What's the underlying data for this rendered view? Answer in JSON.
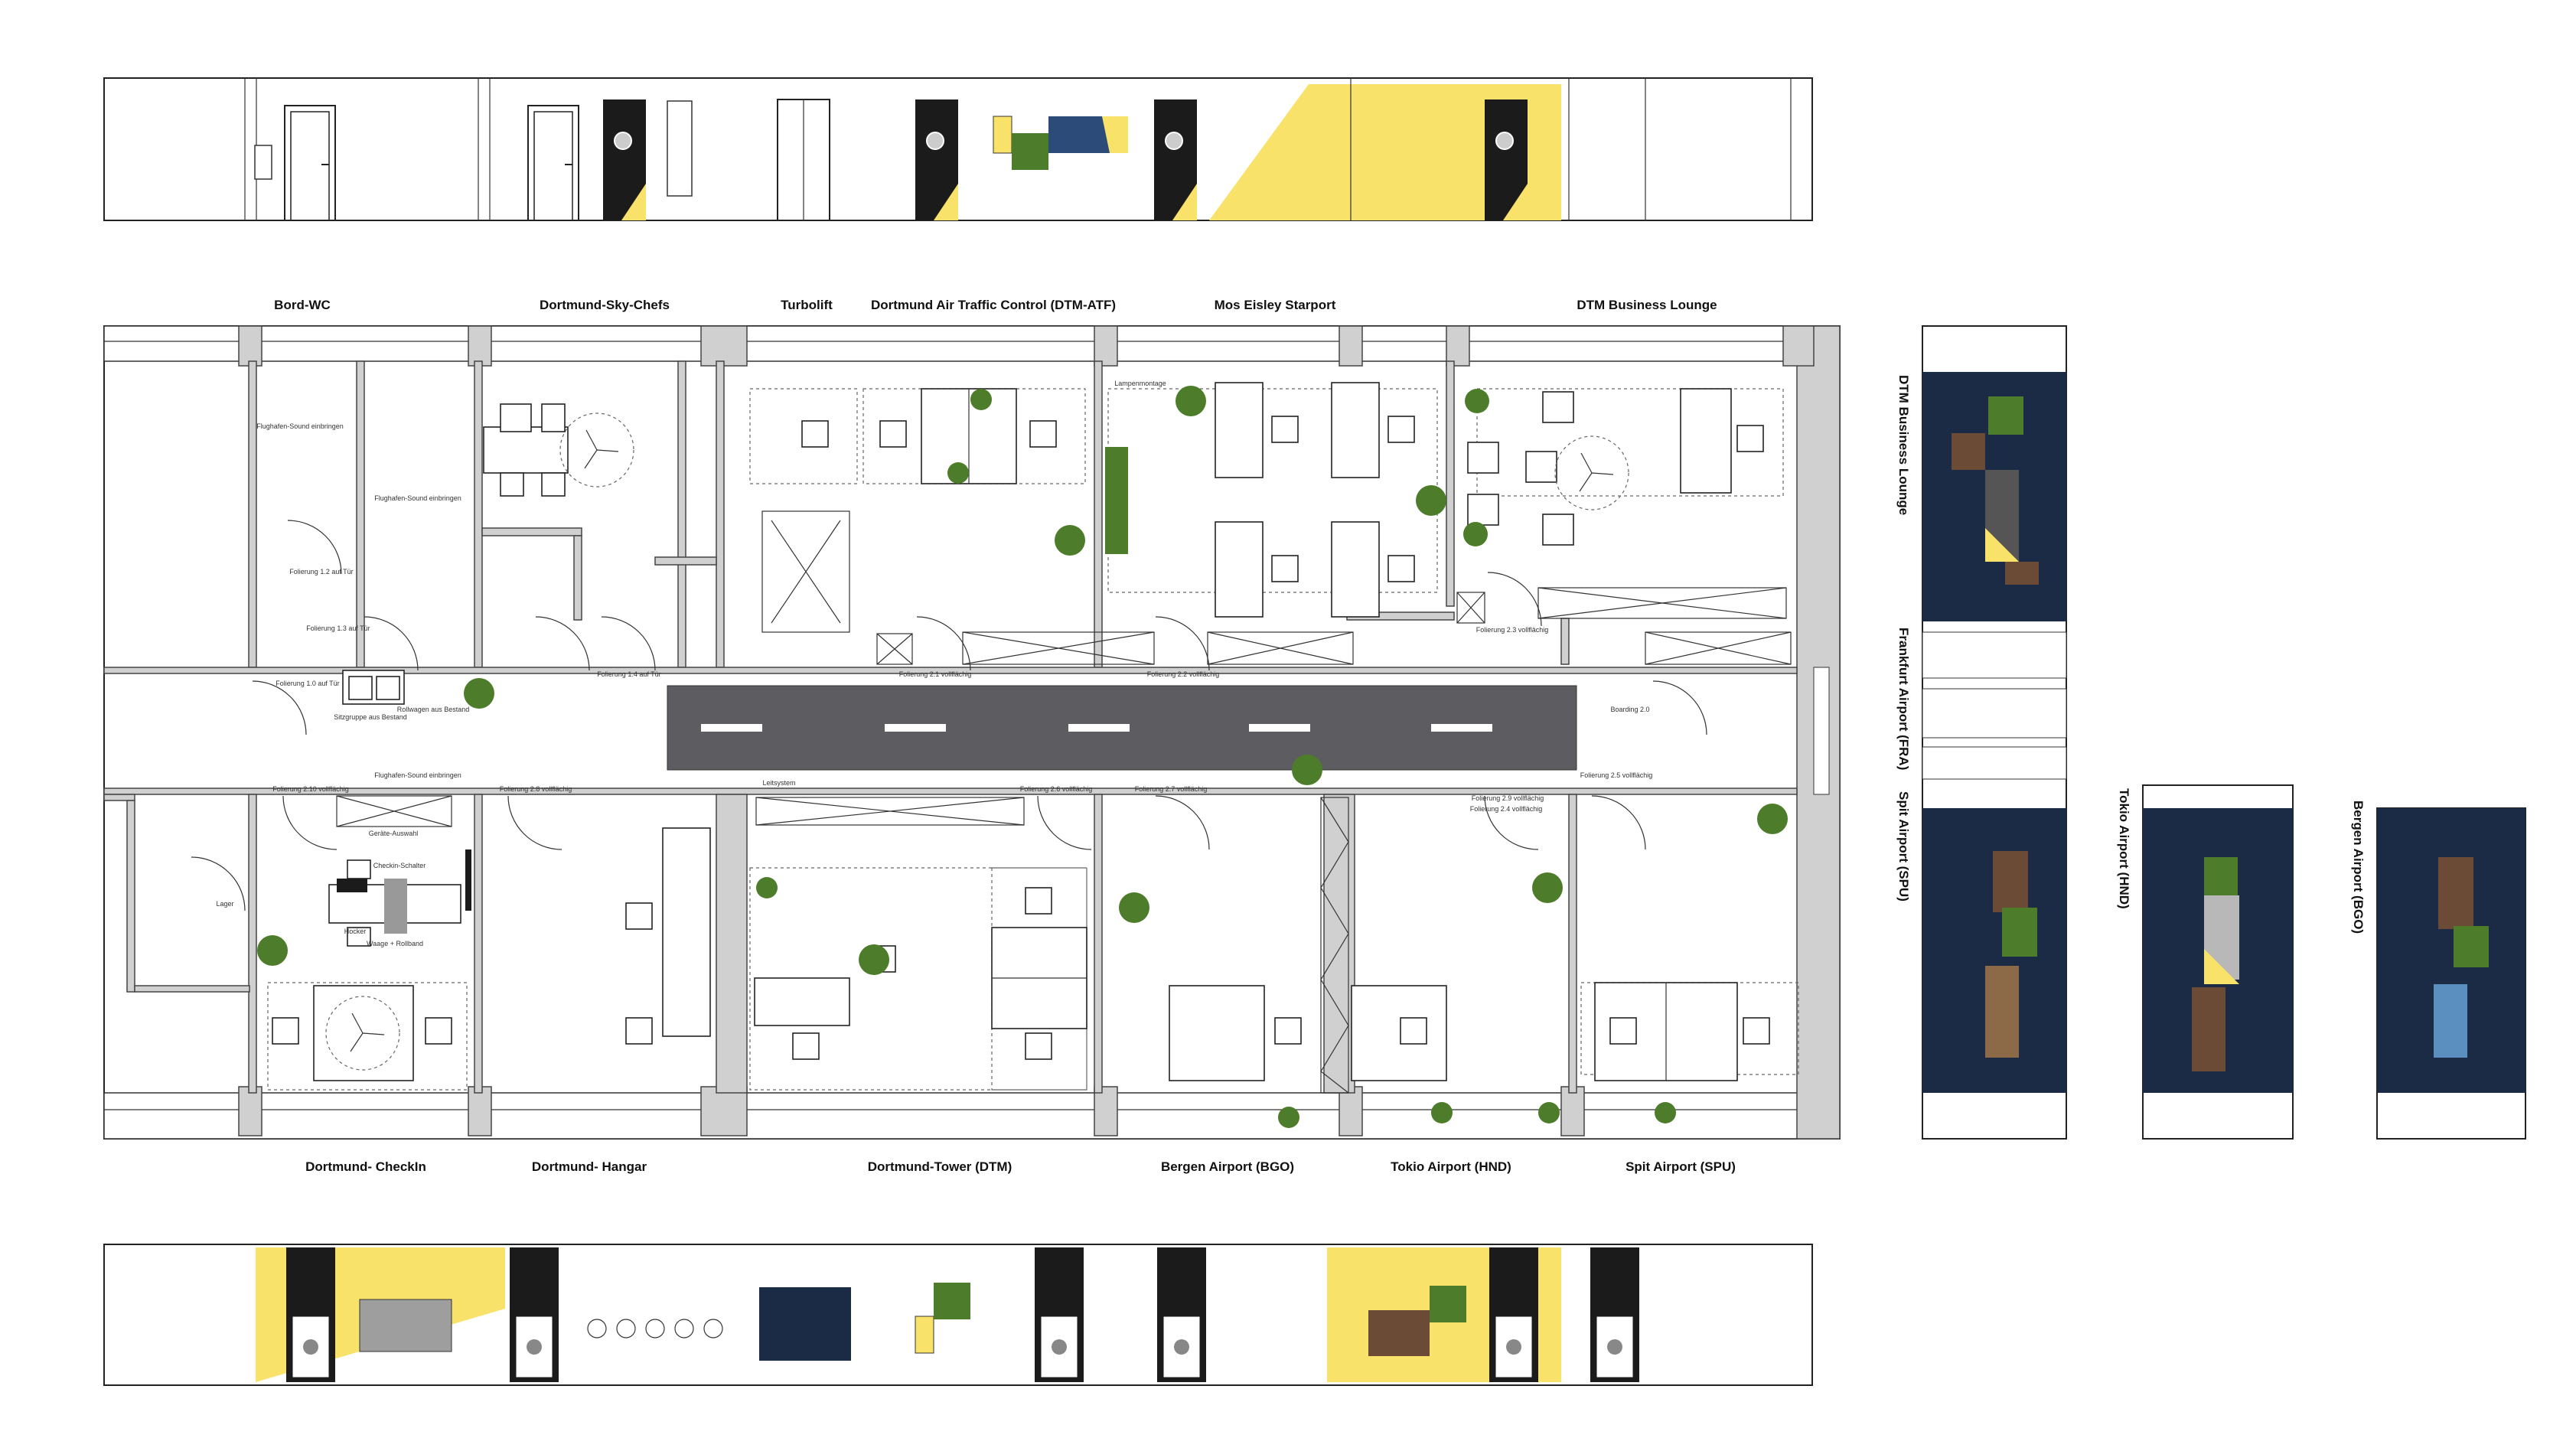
{
  "rooms_top": [
    {
      "key": "bord_wc",
      "label": "Bord-WC"
    },
    {
      "key": "sky_chefs",
      "label": "Dortmund-Sky-Chefs"
    },
    {
      "key": "turbolift",
      "label": "Turbolift"
    },
    {
      "key": "atc",
      "label": "Dortmund Air Traffic Control (DTM-ATF)"
    },
    {
      "key": "mos_eisley",
      "label": "Mos Eisley Starport"
    },
    {
      "key": "business_lounge",
      "label": "DTM Business Lounge"
    }
  ],
  "rooms_bottom": [
    {
      "key": "checkin",
      "label": "Dortmund- CheckIn"
    },
    {
      "key": "hangar",
      "label": "Dortmund- Hangar"
    },
    {
      "key": "tower",
      "label": "Dortmund-Tower (DTM)"
    },
    {
      "key": "bergen",
      "label": "Bergen Airport (BGO)"
    },
    {
      "key": "tokio",
      "label": "Tokio Airport (HND)"
    },
    {
      "key": "spit",
      "label": "Spit Airport (SPU)"
    }
  ],
  "side_elevations": [
    {
      "key": "lounge",
      "label": "DTM Business Lounge"
    },
    {
      "key": "frankfurt",
      "label": "Frankfurt Airport (FRA)"
    },
    {
      "key": "spit",
      "label": "Spit Airport (SPU)"
    },
    {
      "key": "tokio",
      "label": "Tokio Airport (HND)"
    },
    {
      "key": "bergen",
      "label": "Bergen Airport (BGO)"
    }
  ],
  "small_notes": {
    "sound1": "Flughafen-Sound einbringen",
    "sound2": "Flughafen-Sound einbringen",
    "sound3": "Flughafen-Sound einbringen",
    "foil_12": "Folierung 1.2 auf Tür",
    "foil_13": "Folierung 1.3 auf Tür",
    "foil_10": "Folierung 1.0 auf Tür",
    "foil_14": "Folierung 1.4 auf Tür",
    "foil_21": "Folierung 2.1 vollflächig",
    "foil_22": "Folierung 2.2 vollflächig",
    "foil_23": "Folierung 2.3 vollflächig",
    "foil_24": "Folierung 2.4 vollflächig",
    "foil_25": "Folierung 2.5 vollflächig",
    "foil_26": "Folierung 2.6 vollflächig",
    "foil_27": "Folierung 2.7 vollflächig",
    "foil_28": "Folierung 2.8 vollflächig",
    "foil_29": "Folierung 2.9 vollflächig",
    "foil_210": "Folierung 2.10 vollflächig",
    "sitzgruppe": "Sitzgruppe aus Bestand",
    "rollwagen": "Rollwagen aus Bestand",
    "lampen": "Lampenmontage",
    "lager": "Lager",
    "hocker": "Hocker",
    "checkin_schalter": "Checkin-Schalter",
    "waage": "Waage + Rollband",
    "geraete": "Geräte-Auswahl",
    "leitsystem": "Leitsystem",
    "boarding": "Boarding 2.0"
  }
}
